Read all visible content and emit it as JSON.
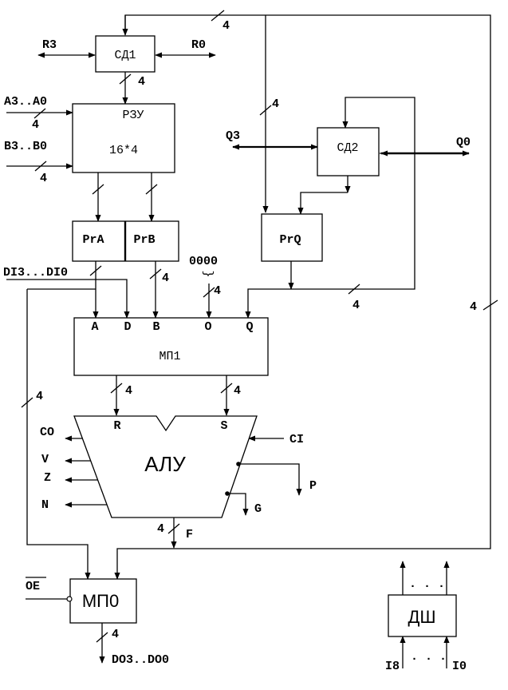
{
  "blocks": {
    "sd1": "СД1",
    "rzu_line1": "РЗУ",
    "rzu_line2": "16*4",
    "pra": "PrA",
    "prb": "PrB",
    "sd2": "СД2",
    "prq": "PrQ",
    "mp1": "МП1",
    "alu": "АЛУ",
    "mp0": "МП0",
    "dsh": "ДШ"
  },
  "mp1_inputs": {
    "a": "A",
    "d": "D",
    "b": "B",
    "zero": "O",
    "q": "Q"
  },
  "alu_inputs": {
    "r": "R",
    "s": "S"
  },
  "signals": {
    "r3": "R3",
    "r0": "R0",
    "a_bus": "A3..A0",
    "b_bus": "B3..B0",
    "q3": "Q3",
    "q0": "Q0",
    "di_bus": "DI3...DI0",
    "zeros": "0000",
    "brace": "}",
    "co": "CO",
    "v": "V",
    "z": "Z",
    "n": "N",
    "ci": "CI",
    "p": "P",
    "g": "G",
    "f": "F",
    "oe": "OE",
    "do_bus": "DO3..DO0",
    "i8": "I8",
    "i0": "I0",
    "dots": ". . ."
  },
  "bus_width": "4"
}
